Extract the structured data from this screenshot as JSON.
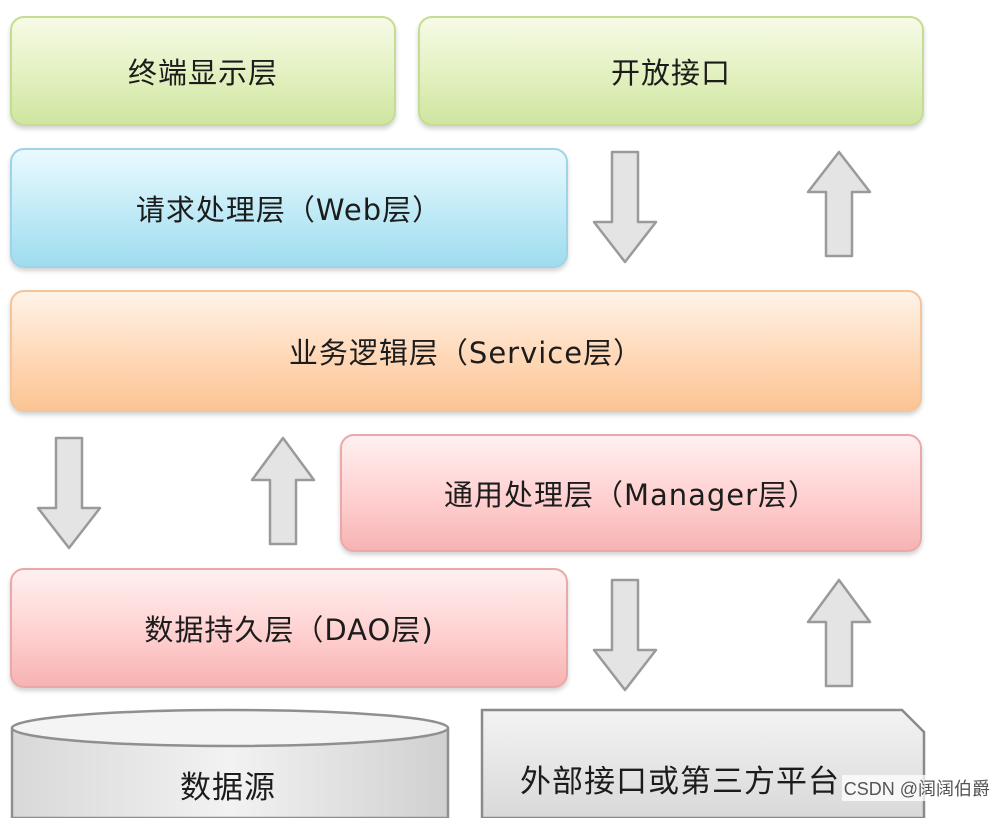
{
  "layers": {
    "terminal_display": "终端显示层",
    "open_interface": "开放接口",
    "web": "请求处理层（Web层）",
    "service": "业务逻辑层（Service层）",
    "manager": "通用处理层（Manager层）",
    "dao": "数据持久层（DAO层)",
    "datasource": "数据源",
    "external": "外部接口或第三方平台"
  },
  "watermark": "CSDN @阔阔伯爵",
  "colors": {
    "green_fill": "#e2f0bf",
    "blue_fill": "#bfeaf6",
    "orange_fill": "#ffd8b8",
    "red_fill": "#ffd0d0",
    "gray_fill": "#e3e3e3",
    "arrow_fill": "#e4e4e4",
    "arrow_stroke": "#9a9a9a"
  }
}
